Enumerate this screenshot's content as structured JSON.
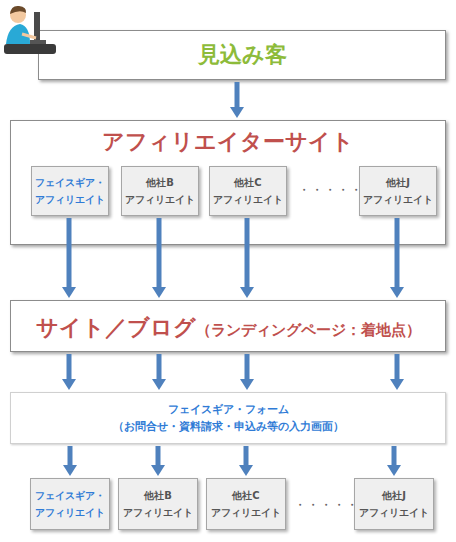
{
  "diagram": {
    "nodes": [
      {
        "text": [
          "見込み客"
        ]
      },
      {
        "text": [
          "アフィリエイターサイト"
        ]
      },
      {
        "text": [
          "フェイスギア・ アフィリエイト"
        ],
        "in": 1
      },
      {
        "text": [
          "他社B アフィリエイト"
        ],
        "in": 1
      },
      {
        "text": [
          "他社C アフィリエイト"
        ],
        "in": 1
      },
      {
        "text": [
          "他社J アフィリエイト"
        ],
        "in": 1
      },
      {
        "text": [
          "サイト／ブログ",
          "（ランディングページ：着地点）"
        ]
      },
      {
        "text": [
          "フェイスギア・フォーム",
          "（お問合せ・資料請求・申込み等の入力画面）"
        ]
      },
      {
        "text": [
          "フェイスギア・ アフィリエイト"
        ]
      },
      {
        "text": [
          "他社B アフィリエイト"
        ]
      },
      {
        "text": [
          "他社C アフィリエイト"
        ]
      },
      {
        "text": [
          "他社J アフィリエイト"
        ]
      }
    ],
    "edges": [
      {
        "from": 0,
        "to": 1,
        "arrow": "to"
      },
      {
        "from": 2,
        "to": 6,
        "arrow": "to"
      },
      {
        "from": 3,
        "to": 6,
        "arrow": "to"
      },
      {
        "from": 4,
        "to": 6,
        "arrow": "to"
      },
      {
        "from": 5,
        "to": 6,
        "arrow": "to"
      },
      {
        "from": 6,
        "to": 7,
        "arrow": "to"
      },
      {
        "from": 6,
        "to": 7,
        "arrow": "to"
      },
      {
        "from": 6,
        "to": 7,
        "arrow": "to"
      },
      {
        "from": 6,
        "to": 7,
        "arrow": "to"
      },
      {
        "from": 7,
        "to": 8,
        "arrow": "to"
      },
      {
        "from": 7,
        "to": 9,
        "arrow": "to"
      },
      {
        "from": 7,
        "to": 10,
        "arrow": "to"
      },
      {
        "from": 7,
        "to": 11,
        "arrow": "to"
      }
    ],
    "labels": [
      "・・・・・",
      "・・・・・"
    ]
  }
}
